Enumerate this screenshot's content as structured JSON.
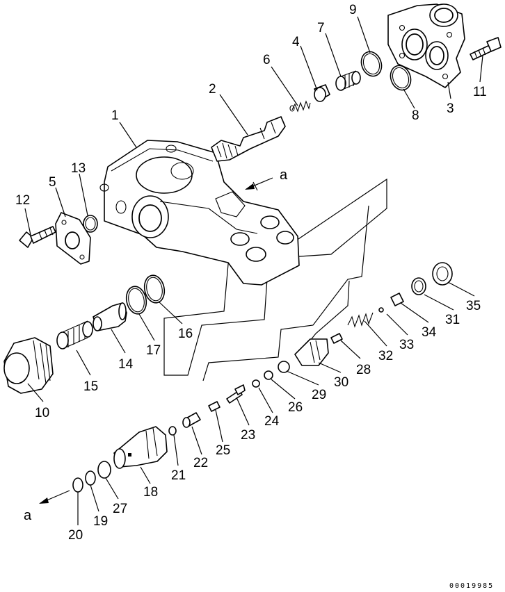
{
  "drawing": {
    "code": "00019985",
    "view_marks": [
      "a",
      "a"
    ]
  },
  "callouts": [
    "1",
    "2",
    "3",
    "4",
    "5",
    "6",
    "7",
    "8",
    "9",
    "10",
    "11",
    "12",
    "13",
    "14",
    "15",
    "16",
    "17",
    "18",
    "19",
    "20",
    "21",
    "22",
    "23",
    "24",
    "25",
    "26",
    "27",
    "28",
    "29",
    "30",
    "31",
    "32",
    "33",
    "34",
    "35"
  ],
  "colors": {
    "line": "#000000",
    "background": "#ffffff"
  }
}
